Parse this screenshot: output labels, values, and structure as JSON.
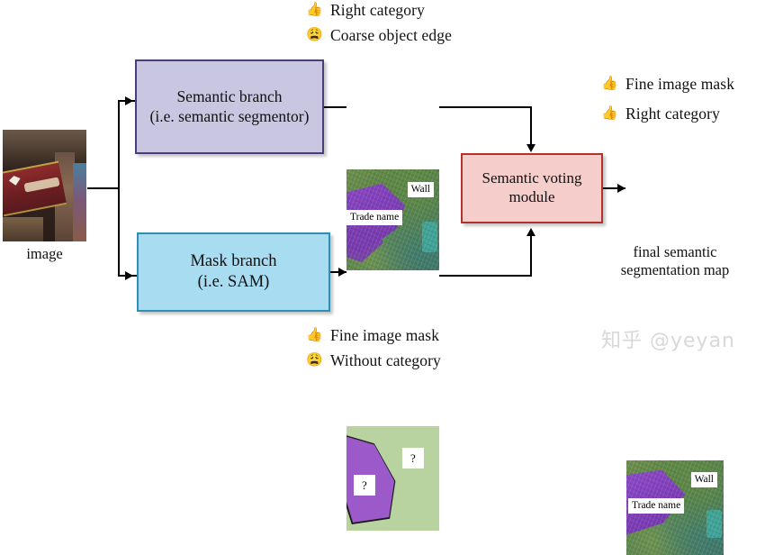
{
  "figure": {
    "input": {
      "caption": "image",
      "alt": "street photo of a shop with a dark red sign"
    },
    "boxes": {
      "semantic_branch": {
        "line1": "Semantic branch",
        "line2": "(i.e. semantic segmentor)",
        "fill": "#c9c6e2",
        "border": "#4b3c7a"
      },
      "mask_branch": {
        "line1": "Mask branch",
        "line2": "(i.e. SAM)",
        "fill": "#a8dcf0",
        "border": "#2d8fb5"
      },
      "voting_module": {
        "line1": "Semantic voting",
        "line2": "module",
        "fill": "#f5cdcb",
        "border": "#b5312c"
      }
    },
    "outputs": {
      "coarse_segmentation": {
        "labels": [
          "Wall",
          "Trade name"
        ]
      },
      "mask_output": {
        "labels": [
          "?",
          "?"
        ]
      },
      "final_map": {
        "labels": [
          "Wall",
          "Trade name"
        ],
        "caption_line1": "final semantic",
        "caption_line2": "segmentation map"
      }
    },
    "annotations": {
      "top": [
        {
          "icon": "thumbs-up",
          "glyph": "👍",
          "text": "Right category"
        },
        {
          "icon": "weary-face",
          "glyph": "😩",
          "text": "Coarse object edge"
        }
      ],
      "bottom": [
        {
          "icon": "thumbs-up",
          "glyph": "👍",
          "text": "Fine image mask"
        },
        {
          "icon": "weary-face",
          "glyph": "😩",
          "text": "Without category"
        }
      ],
      "right": [
        {
          "icon": "thumbs-up",
          "glyph": "👍",
          "text": "Fine image mask"
        },
        {
          "icon": "thumbs-up",
          "glyph": "👍",
          "text": "Right category"
        }
      ]
    },
    "watermark": "知乎 @yeyan"
  }
}
